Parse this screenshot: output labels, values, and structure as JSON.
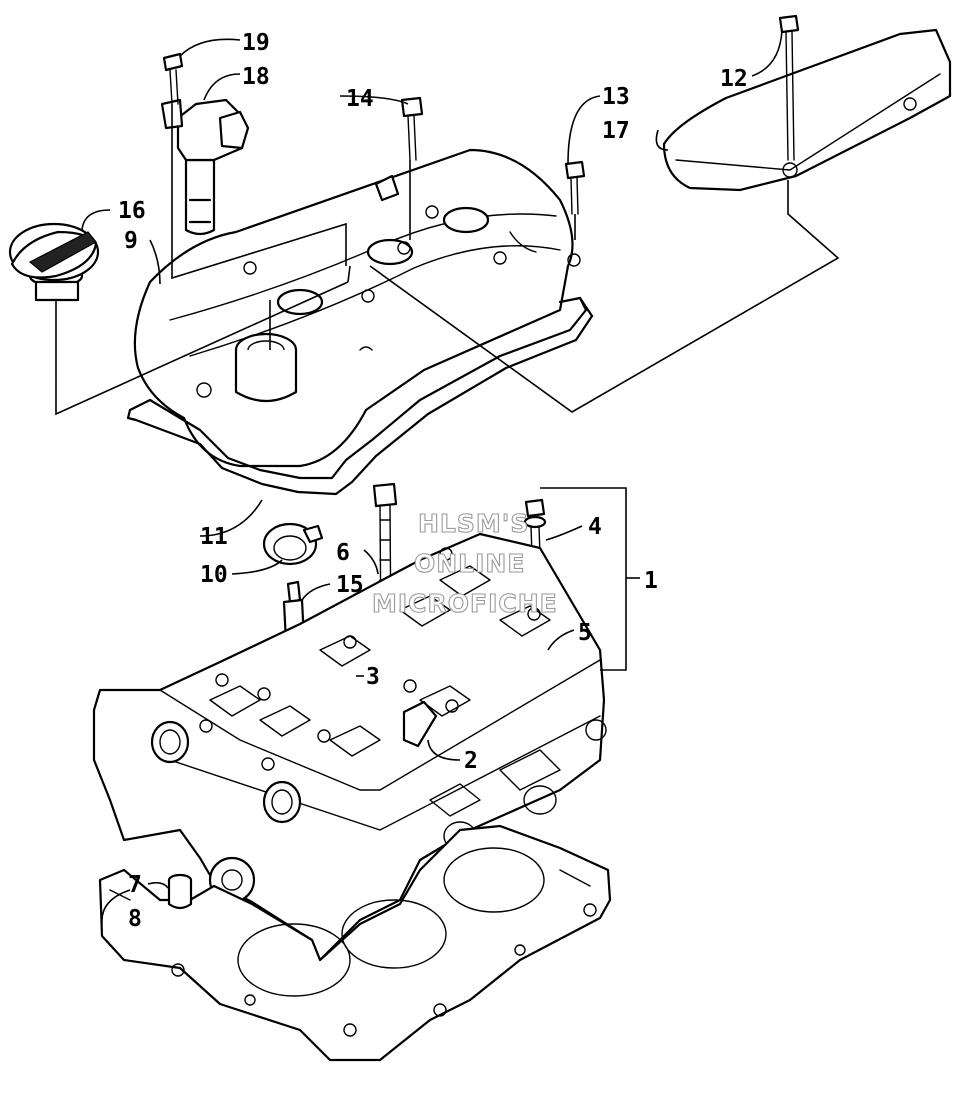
{
  "diagram": {
    "callouts": [
      "1",
      "2",
      "3",
      "4",
      "5",
      "6",
      "7",
      "8",
      "9",
      "10",
      "11",
      "12",
      "13",
      "14",
      "15",
      "16",
      "17",
      "18",
      "19"
    ]
  },
  "watermark": {
    "line1": "HLSM'S",
    "line2": "ONLINE",
    "line3": "MICROFICHE"
  }
}
